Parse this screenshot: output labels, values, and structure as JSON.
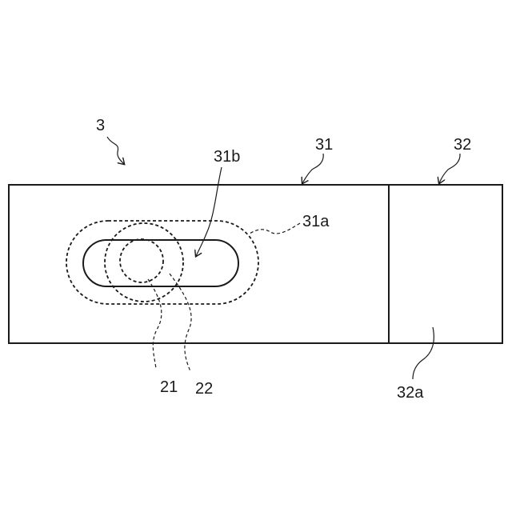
{
  "labels": {
    "device": "3",
    "first_part": "31",
    "second_part": "32",
    "outer_area": "31a",
    "inner_slot": "31b",
    "second_area": "32a",
    "inner_circle": "21",
    "outer_circle": "22"
  }
}
